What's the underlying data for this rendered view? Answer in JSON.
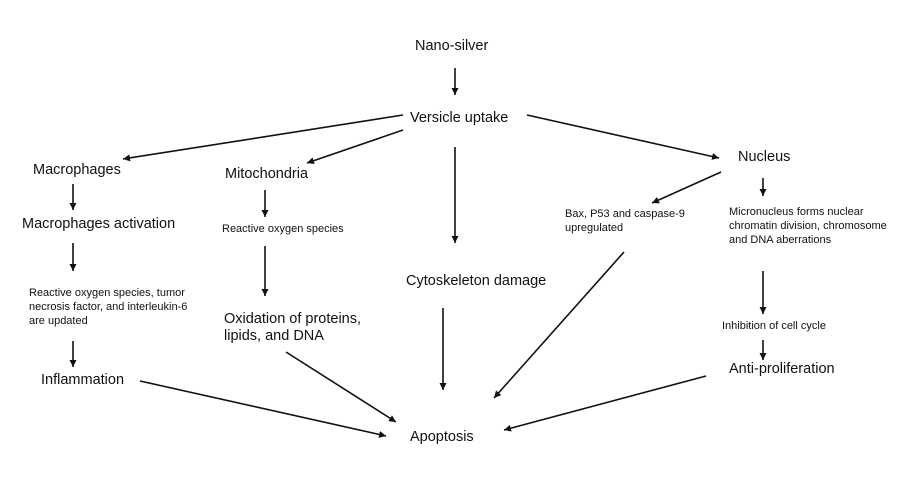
{
  "diagram": {
    "nodes": {
      "nano_silver": "Nano-silver",
      "vesicle_uptake": "Versicle uptake",
      "macrophages": "Macrophages",
      "macrophages_activation": "Macrophages activation",
      "ros_cytokines": "Reactive oxygen species, tumor necrosis factor, and interleukin-6 are updated",
      "inflammation": "Inflammation",
      "mitochondria": "Mitochondria",
      "ros": "Reactive oxygen species",
      "oxidation": "Oxidation of proteins, lipids, and DNA",
      "cytoskeleton": "Cytoskeleton damage",
      "nucleus": "Nucleus",
      "bax_p53": "Bax, P53 and caspase-9 upregulated",
      "micronucleus": "Micronucleus forms nuclear chromatin division, chromosome and DNA aberrations",
      "cell_cycle": "Inhibition of cell cycle",
      "anti_proliferation": "Anti-proliferation",
      "apoptosis": "Apoptosis"
    },
    "edges": [
      [
        "nano_silver",
        "vesicle_uptake"
      ],
      [
        "vesicle_uptake",
        "macrophages"
      ],
      [
        "vesicle_uptake",
        "mitochondria"
      ],
      [
        "vesicle_uptake",
        "cytoskeleton"
      ],
      [
        "vesicle_uptake",
        "nucleus"
      ],
      [
        "macrophages",
        "macrophages_activation"
      ],
      [
        "macrophages_activation",
        "ros_cytokines"
      ],
      [
        "ros_cytokines",
        "inflammation"
      ],
      [
        "inflammation",
        "apoptosis"
      ],
      [
        "mitochondria",
        "ros"
      ],
      [
        "ros",
        "oxidation"
      ],
      [
        "oxidation",
        "apoptosis"
      ],
      [
        "cytoskeleton",
        "apoptosis"
      ],
      [
        "nucleus",
        "bax_p53"
      ],
      [
        "nucleus",
        "micronucleus"
      ],
      [
        "bax_p53",
        "apoptosis"
      ],
      [
        "micronucleus",
        "cell_cycle"
      ],
      [
        "cell_cycle",
        "anti_proliferation"
      ],
      [
        "anti_proliferation",
        "apoptosis"
      ]
    ]
  }
}
